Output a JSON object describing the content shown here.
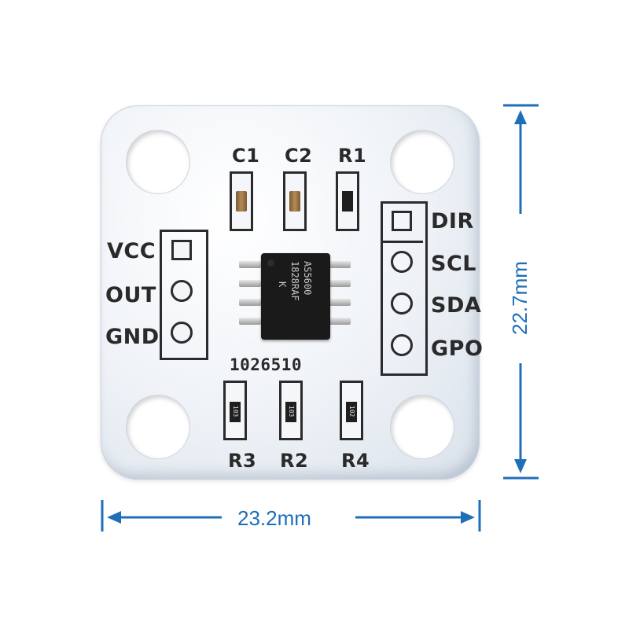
{
  "board": {
    "pins_left": [
      "VCC",
      "OUT",
      "GND"
    ],
    "pins_right": [
      "DIR",
      "SCL",
      "SDA",
      "GPO"
    ],
    "top_components": [
      "C1",
      "C2",
      "R1"
    ],
    "bottom_components": [
      "R3",
      "R2",
      "R4"
    ],
    "resistor_codes": [
      "103",
      "103",
      "102"
    ],
    "board_code": "1026510",
    "chip": {
      "line1": "AS5600",
      "line2": "1828RAF",
      "line3": "K"
    }
  },
  "dimensions": {
    "height": "22.7mm",
    "width": "23.2mm",
    "color": "#1e6fb8"
  }
}
